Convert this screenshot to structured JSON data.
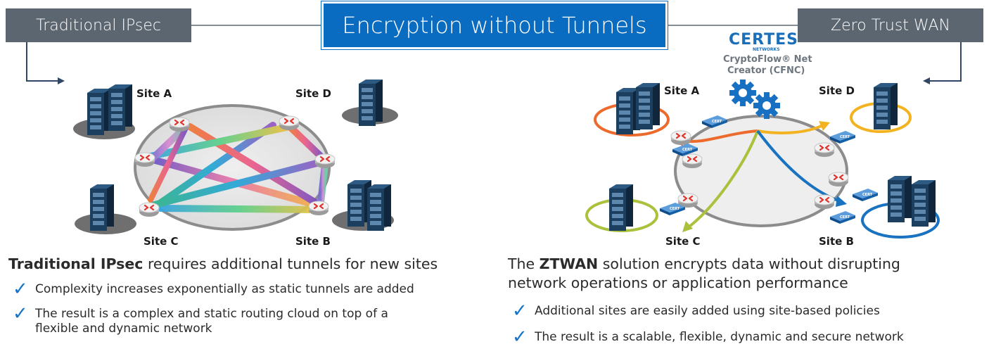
{
  "header": {
    "left_label": "Traditional IPsec",
    "title": "Encryption without Tunnels",
    "right_label": "Zero Trust WAN"
  },
  "left_diagram": {
    "sites": [
      "Site A",
      "Site D",
      "Site C",
      "Site B"
    ]
  },
  "right_diagram": {
    "logo": "CERTES",
    "logo_sub": "NETWORKS",
    "cfnc_line1": "CryptoFlow® Net",
    "cfnc_line2": "Creator (CFNC)",
    "sites": [
      "Site A",
      "Site D",
      "Site C",
      "Site B"
    ],
    "site_colors": {
      "site_a": "#ec6a2c",
      "site_d": "#f3b321",
      "site_c": "#a9c13b",
      "site_b": "#1a73c0"
    }
  },
  "left_text": {
    "heading_bold": "Traditional IPsec",
    "heading_rest": " requires additional tunnels for new sites",
    "bullets": [
      "Complexity increases exponentially as static tunnels are added",
      "The result is a complex and static routing cloud on top of a flexible and dynamic network"
    ]
  },
  "right_text": {
    "heading_pre": "The ",
    "heading_bold": "ZTWAN",
    "heading_rest": " solution encrypts data without disrupting network operations or application performance",
    "bullets": [
      "Additional sites are easily added using site-based policies",
      "The result is a scalable, flexible, dynamic and secure network"
    ]
  },
  "colors": {
    "brand_blue": "#0a6cc1",
    "label_gray": "#5b6671",
    "check_blue": "#1673c8"
  },
  "icons": [
    "server-rack-icon",
    "router-icon",
    "gear-icon",
    "encryption-device-icon",
    "check-icon"
  ]
}
